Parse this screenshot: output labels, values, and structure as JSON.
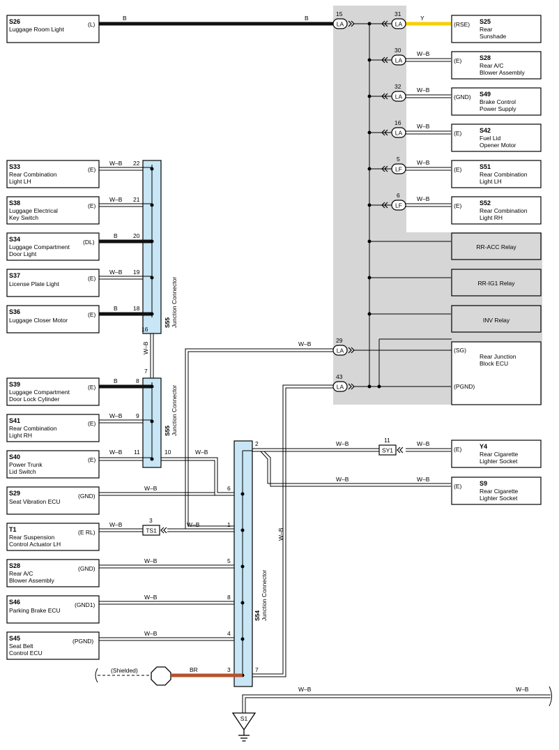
{
  "components": [
    {
      "id": "S26",
      "code": "S26",
      "lines": [
        "Luggage Room Light"
      ],
      "terminal": "(L)"
    },
    {
      "id": "S25",
      "code": "S25",
      "lines": [
        "Rear",
        "Sunshade"
      ],
      "terminal": "(RSE)"
    },
    {
      "id": "S28a",
      "code": "S28",
      "lines": [
        "Rear A/C",
        "Blower Assembly"
      ],
      "terminal": "(E)"
    },
    {
      "id": "S49",
      "code": "S49",
      "lines": [
        "Brake Control",
        "Power Supply"
      ],
      "terminal": "(GND)"
    },
    {
      "id": "S42",
      "code": "S42",
      "lines": [
        "Fuel Lid",
        "Opener Motor"
      ],
      "terminal": "(E)"
    },
    {
      "id": "S51",
      "code": "S51",
      "lines": [
        "Rear Combination",
        "Light LH"
      ],
      "terminal": "(E)"
    },
    {
      "id": "S52",
      "code": "S52",
      "lines": [
        "Rear Combination",
        "Light RH"
      ],
      "terminal": "(E)"
    },
    {
      "id": "S33",
      "code": "S33",
      "lines": [
        "Rear Combination",
        "Light LH"
      ],
      "terminal": "(E)"
    },
    {
      "id": "S38",
      "code": "S38",
      "lines": [
        "Luggage Electrical",
        "Key Switch"
      ],
      "terminal": "(E)"
    },
    {
      "id": "S34",
      "code": "S34",
      "lines": [
        "Luggage Compartment",
        "Door Light"
      ],
      "terminal": "(DL)"
    },
    {
      "id": "S37",
      "code": "S37",
      "lines": [
        "License Plate Light"
      ],
      "terminal": "(E)"
    },
    {
      "id": "S36",
      "code": "S36",
      "lines": [
        "Luggage Closer Motor"
      ],
      "terminal": "(E)"
    },
    {
      "id": "S39",
      "code": "S39",
      "lines": [
        "Luggage Compartment",
        "Door Lock Cylinder"
      ],
      "terminal": "(E)"
    },
    {
      "id": "S41",
      "code": "S41",
      "lines": [
        "Rear Combination",
        "Light RH"
      ],
      "terminal": "(E)"
    },
    {
      "id": "S40",
      "code": "S40",
      "lines": [
        "Power Trunk",
        "Lid Switch"
      ],
      "terminal": "(E)"
    },
    {
      "id": "S29",
      "code": "S29",
      "lines": [
        "Seat Vibration ECU"
      ],
      "terminal": "(GND)"
    },
    {
      "id": "T1",
      "code": "T1",
      "lines": [
        "Rear Suspension",
        "Control Actuator LH"
      ],
      "terminal": "(E RL)"
    },
    {
      "id": "S28b",
      "code": "S28",
      "lines": [
        "Rear A/C",
        "Blower Assembly"
      ],
      "terminal": "(GND)"
    },
    {
      "id": "S46",
      "code": "S46",
      "lines": [
        "Parking Brake ECU"
      ],
      "terminal": "(GND1)"
    },
    {
      "id": "S45",
      "code": "S45",
      "lines": [
        "Seat Belt",
        "Control ECU"
      ],
      "terminal": "(PGND)"
    },
    {
      "id": "Y4",
      "code": "Y4",
      "lines": [
        "Rear Cigarette",
        "Lighter Socket"
      ],
      "terminal": "(E)"
    },
    {
      "id": "S9",
      "code": "S9",
      "lines": [
        "Rear Cigarette",
        "Lighter Socket"
      ],
      "terminal": "(E)"
    }
  ],
  "relays": [
    {
      "id": "rr-acc",
      "label": "RR-ACC Relay"
    },
    {
      "id": "rr-ig1",
      "label": "RR-IG1 Relay"
    },
    {
      "id": "inv",
      "label": "INV Relay"
    }
  ],
  "rear_junction_ecu": {
    "lines": [
      "Rear Junction",
      "Block ECU"
    ],
    "terminal_sg": "(SG)",
    "terminal_pgnd": "(PGND)"
  },
  "connectors": {
    "la": "LA",
    "lf": "LF",
    "sy1": "SY1",
    "ts1": "TS1",
    "s1": "S1",
    "s55": "S55",
    "s54": "S54",
    "jc_label": "Junction Connector"
  },
  "wire_colors": {
    "b": "B",
    "wb": "W–B",
    "y": "Y",
    "br": "BR"
  },
  "shielded_label": "(Shielded)",
  "pins": {
    "p15": "15",
    "p31": "31",
    "p30": "30",
    "p32": "32",
    "p16": "16",
    "p5": "5",
    "p6": "6",
    "p29": "29",
    "p43": "43",
    "s55_22": "22",
    "s55_21": "21",
    "s55_20": "20",
    "s55_19": "19",
    "s55_18": "18",
    "s55_16": "16",
    "s55_7": "7",
    "s55_8": "8",
    "s55_9": "9",
    "s55_11": "11",
    "s55_10": "10",
    "s54_2": "2",
    "s54_6": "6",
    "s54_1": "1",
    "s54_5": "5",
    "s54_8": "8",
    "s54_4": "4",
    "s54_3": "3",
    "s54_7": "7",
    "sy1_11": "11",
    "ts1_3": "3"
  },
  "colors": {
    "b_wire": "#111111",
    "y_wire": "#f5d000",
    "br_wire": "#b5532d",
    "connector_fill": "#c8e6f5",
    "gray_area": "#d6d6d6"
  }
}
